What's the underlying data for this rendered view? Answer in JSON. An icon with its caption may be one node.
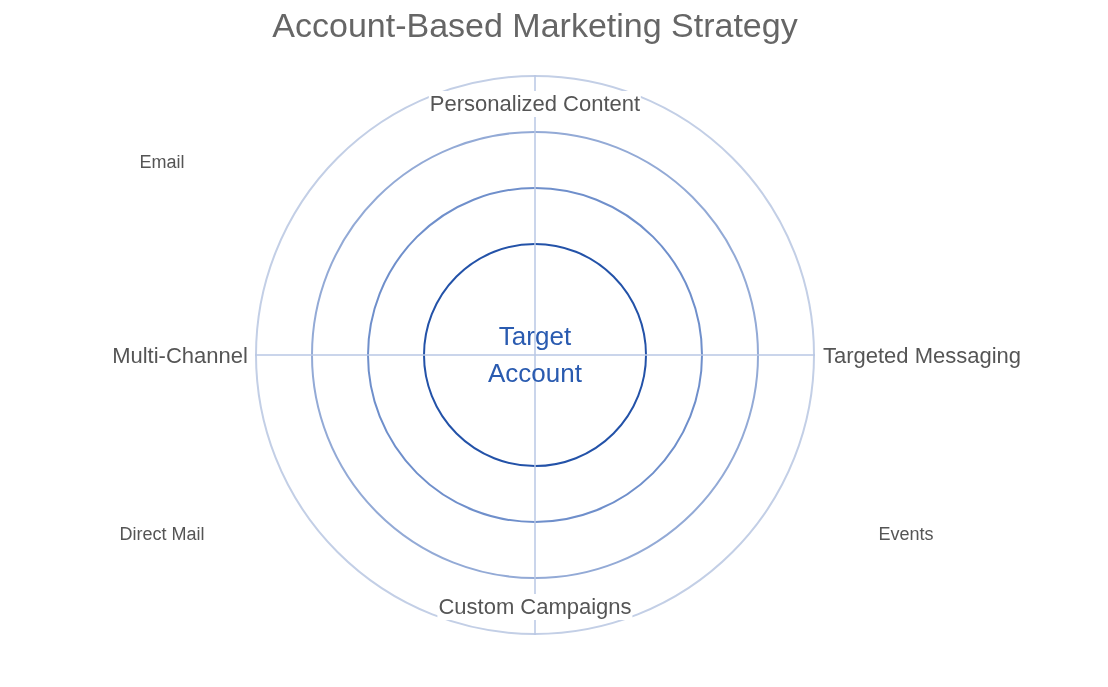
{
  "diagram": {
    "title": "Account-Based Marketing Strategy",
    "nodes": [
      {
        "text": [],
        "shape": "circle"
      },
      {
        "text": [],
        "shape": "circle",
        "in": 0
      },
      {
        "text": [],
        "shape": "circle",
        "in": 1
      },
      {
        "text": [
          "Target Account"
        ],
        "in": 2
      }
    ],
    "labels": [
      "Personalized Content",
      "Email",
      "Multi-Channel",
      "Targeted Messaging",
      "Direct Mail",
      "Events",
      "Custom Campaigns"
    ]
  }
}
